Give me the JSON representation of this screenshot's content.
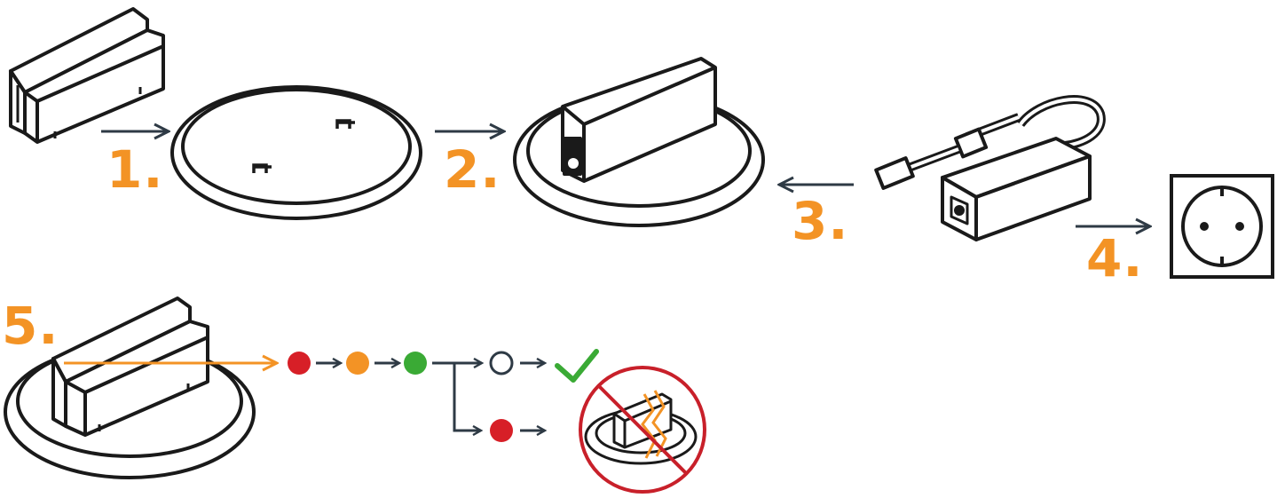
{
  "steps": [
    {
      "label": "1."
    },
    {
      "label": "2."
    },
    {
      "label": "3."
    },
    {
      "label": "4."
    },
    {
      "label": "5."
    }
  ],
  "status_sequence": [
    "red",
    "orange",
    "green"
  ],
  "outcomes": {
    "success": {
      "indicator": "off",
      "icon": "check-icon"
    },
    "failure": {
      "indicator": "red",
      "icon": "no-symbol-icon"
    }
  },
  "colors": {
    "step_orange": "#f39325",
    "arrow": "#2e3a45",
    "outline": "#1a1a1a",
    "led_red": "#d71f27",
    "led_orange": "#f39325",
    "led_green": "#3aaa35",
    "check_green": "#3aaa35",
    "prohibit_red": "#c8202a"
  }
}
